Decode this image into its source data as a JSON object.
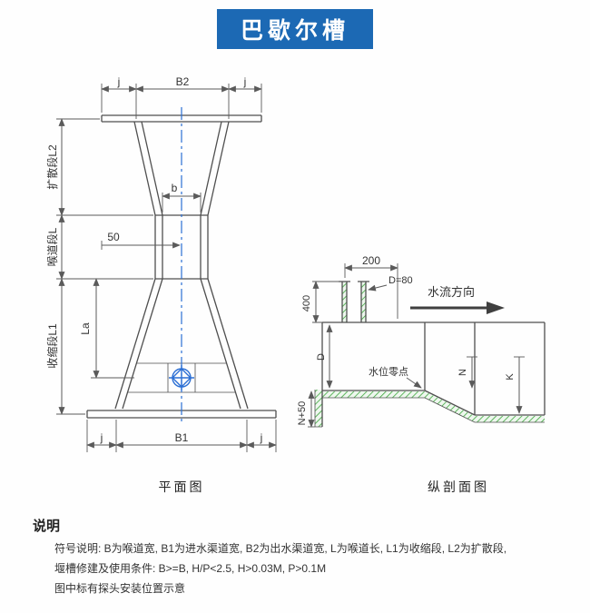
{
  "title": "巴歇尔槽",
  "colors": {
    "banner_blue": "#1c69b4",
    "line_gray": "#4f4f4f",
    "centerline_blue": "#2b6fd4",
    "hatch_green": "#3aa63a",
    "text": "#333333"
  },
  "plan": {
    "caption": "平面图",
    "dim_j_top_left": "j",
    "dim_b2": "B2",
    "dim_j_top_right": "j",
    "dim_l2": "扩散段L2",
    "dim_l": "喉道段L",
    "dim_l1": "收缩段L1",
    "dim_b": "b",
    "dim_50": "50",
    "dim_la": "La",
    "dim_j_bottom_left": "j",
    "dim_b1": "B1",
    "dim_j_bottom_right": "j"
  },
  "section": {
    "caption": "纵剖面图",
    "dim_200": "200",
    "dim_d80": "D=80",
    "dim_400": "400",
    "flow_label": "水流方向",
    "zero_label": "水位零点",
    "dim_d": "D",
    "dim_n": "N",
    "dim_k": "K",
    "dim_n50": "N+50"
  },
  "notes": {
    "heading": "说明",
    "line1": "符号说明: B为喉道宽, B1为进水渠道宽, B2为出水渠道宽, L为喉道长, L1为收缩段, L2为扩散段,",
    "line2": "堰槽修建及使用条件: B>=B, H/P<2.5, H>0.03M, P>0.1M",
    "line3": "图中标有探头安装位置示意"
  }
}
